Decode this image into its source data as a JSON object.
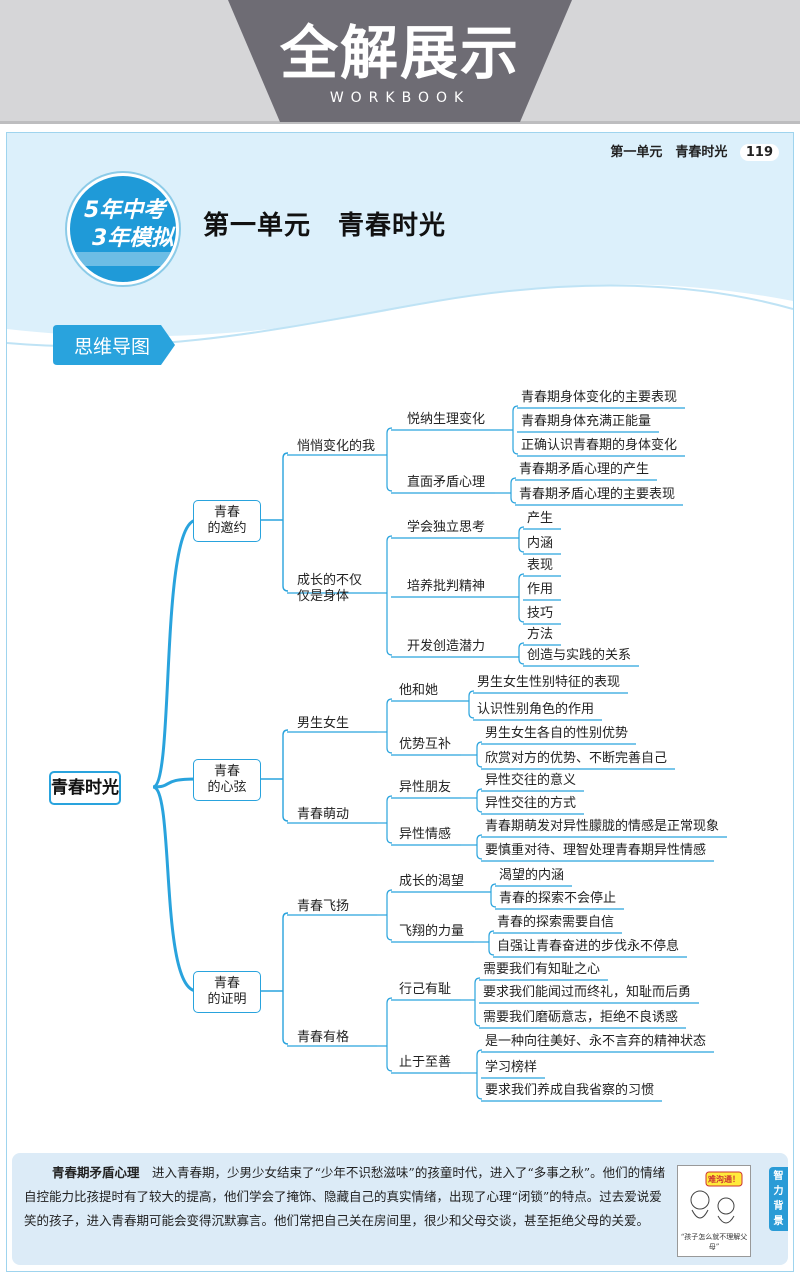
{
  "banner": {
    "title": "全解展示",
    "subtitle": "WORKBOOK"
  },
  "header": {
    "running_title": "第一单元　青春时光",
    "page_number": "119"
  },
  "logo": {
    "line1": "5年中考",
    "line2": "3年模拟"
  },
  "unit_title": "第一单元　青春时光",
  "section_tag": "思维导图",
  "mindmap": {
    "root": "青春时光",
    "branches": [
      {
        "label": "青春的邀约",
        "subs": [
          {
            "label": "悄悄变化的我",
            "topics": [
              {
                "label": "悦纳生理变化",
                "leaves": [
                  "青春期身体变化的主要表现",
                  "青春期身体充满正能量",
                  "正确认识青春期的身体变化"
                ]
              },
              {
                "label": "直面矛盾心理",
                "leaves": [
                  "青春期矛盾心理的产生",
                  "青春期矛盾心理的主要表现"
                ]
              }
            ]
          },
          {
            "label": "成长的不仅仅是身体",
            "topics": [
              {
                "label": "学会独立思考",
                "leaves": [
                  "产生",
                  "内涵"
                ]
              },
              {
                "label": "培养批判精神",
                "leaves": [
                  "表现",
                  "作用",
                  "技巧"
                ]
              },
              {
                "label": "开发创造潜力",
                "leaves": [
                  "方法",
                  "创造与实践的关系"
                ]
              }
            ]
          }
        ]
      },
      {
        "label": "青春的心弦",
        "subs": [
          {
            "label": "男生女生",
            "topics": [
              {
                "label": "他和她",
                "leaves": [
                  "男生女生性别特征的表现",
                  "认识性别角色的作用"
                ]
              },
              {
                "label": "优势互补",
                "leaves": [
                  "男生女生各自的性别优势",
                  "欣赏对方的优势、不断完善自己"
                ]
              }
            ]
          },
          {
            "label": "青春萌动",
            "topics": [
              {
                "label": "异性朋友",
                "leaves": [
                  "异性交往的意义",
                  "异性交往的方式"
                ]
              },
              {
                "label": "异性情感",
                "leaves": [
                  "青春期萌发对异性朦胧的情感是正常现象",
                  "要慎重对待、理智处理青春期异性情感"
                ]
              }
            ]
          }
        ]
      },
      {
        "label": "青春的证明",
        "subs": [
          {
            "label": "青春飞扬",
            "topics": [
              {
                "label": "成长的渴望",
                "leaves": [
                  "渴望的内涵",
                  "青春的探索不会停止"
                ]
              },
              {
                "label": "飞翔的力量",
                "leaves": [
                  "青春的探索需要自信",
                  "自强让青春奋进的步伐永不停息"
                ]
              }
            ]
          },
          {
            "label": "青春有格",
            "topics": [
              {
                "label": "行己有耻",
                "leaves": [
                  "需要我们有知耻之心",
                  "要求我们能闻过而终礼，知耻而后勇",
                  "需要我们磨砺意志，拒绝不良诱惑"
                ]
              },
              {
                "label": "止于至善",
                "leaves": [
                  "是一种向往美好、永不言弃的精神状态",
                  "学习榜样",
                  "要求我们养成自我省察的习惯"
                ]
              }
            ]
          }
        ]
      }
    ]
  },
  "note": {
    "heading": "青春期矛盾心理",
    "body": "进入青春期，少男少女结束了“少年不识愁滋味”的孩童时代，进入了“多事之秋”。他们的情绪自控能力比孩提时有了较大的提高，他们学会了掩饰、隐藏自己的真实情绪，出现了心理“闭锁”的特点。过去爱说爱笑的孩子，进入青春期可能会变得沉默寡言。他们常把自己关在房间里，很少和父母交谈，甚至拒绝父母的关爱。",
    "image_caption": "“孩子怎么就不理解父母”",
    "image_bubble": "难沟通！",
    "side_tab": "智力背景"
  },
  "colors": {
    "accent": "#29a3dd",
    "header_bg": "#dcf0fb",
    "banner_bg": "#d6d6d8",
    "banner_dark": "#6e6c74"
  }
}
